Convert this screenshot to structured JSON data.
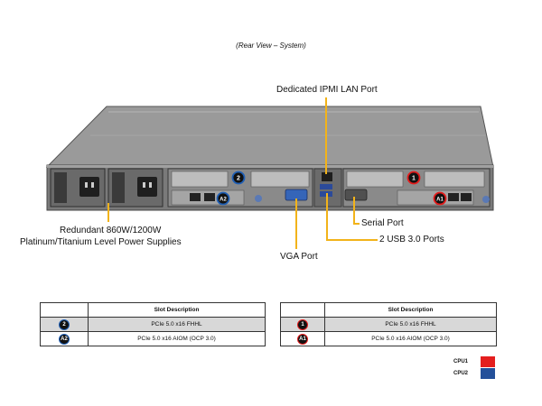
{
  "caption": "(Rear View – System)",
  "callouts": {
    "ipmi": "Dedicated IPMI  LAN Port",
    "psu_line1": "Redundant  860W/1200W",
    "psu_line2": "Platinum/Titanium  Level Power Supplies",
    "serial": "Serial Port",
    "usb": "2 USB 3.0 Ports",
    "vga": "VGA Port"
  },
  "slot_badges": {
    "b2": "2",
    "a2": "A2",
    "b1": "1",
    "a1": "A1"
  },
  "tables": {
    "cpu2": {
      "header": "Slot Description",
      "rows": [
        {
          "badge": "2",
          "desc": "PCIe 5.0 x16 FHHL"
        },
        {
          "badge": "A2",
          "desc": "PCIe 5.0 x16 AIOM (OCP 3.0)"
        }
      ]
    },
    "cpu1": {
      "header": "Slot Description",
      "rows": [
        {
          "badge": "1",
          "desc": "PCIe 5.0 x16 FHHL"
        },
        {
          "badge": "A1",
          "desc": "PCIe 5.0 x16 AIOM (OCP 3.0)"
        }
      ]
    }
  },
  "legend": {
    "cpu1": {
      "label": "CPU1",
      "color": "#e41e1e"
    },
    "cpu2": {
      "label": "CPU2",
      "color": "#24509a"
    }
  },
  "colors": {
    "callout_line": "#f2b31a",
    "chassis": "#8d8d8d",
    "chassis_dark": "#5f5f5f"
  }
}
